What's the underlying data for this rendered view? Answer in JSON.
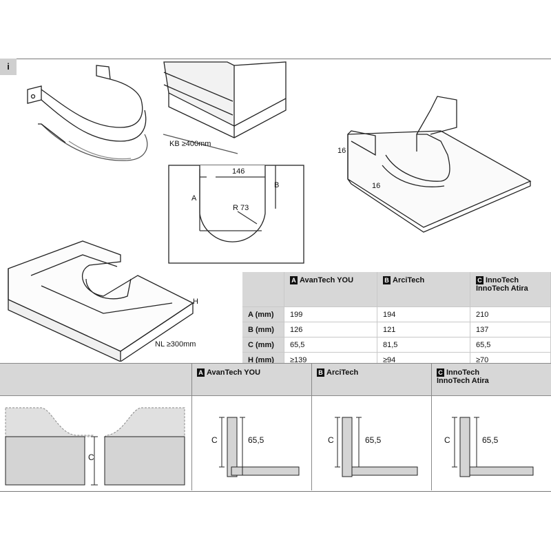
{
  "info_tab": "i",
  "top_labels": {
    "kb": "KB ≥400mm",
    "nl": "NL ≥300mm",
    "h": "H",
    "dim_146": "146",
    "dim_a": "A",
    "dim_b": "B",
    "dim_r": "R 73",
    "dim_16a": "16",
    "dim_16b": "16"
  },
  "table": {
    "columns": [
      {
        "badge": "A",
        "name": "AvanTech YOU"
      },
      {
        "badge": "B",
        "name": "ArciTech"
      },
      {
        "badge": "C",
        "name": "InnoTech\nInnoTech Atira"
      }
    ],
    "rows": [
      {
        "label": "A (mm)",
        "values": [
          "199",
          "194",
          "210"
        ]
      },
      {
        "label": "B (mm)",
        "values": [
          "126",
          "121",
          "137"
        ]
      },
      {
        "label": "C (mm)",
        "values": [
          "65,5",
          "81,5",
          "65,5"
        ]
      },
      {
        "label": "H (mm)",
        "values": [
          "≥139",
          "≥94",
          "≥70"
        ]
      }
    ]
  },
  "bottom": {
    "headers": [
      {
        "badge": "A",
        "name": "AvanTech YOU"
      },
      {
        "badge": "B",
        "name": "ArciTech"
      },
      {
        "badge": "C",
        "name": "InnoTech\nInnoTech Atira"
      }
    ],
    "c_label": "C",
    "values": [
      "65,5",
      "65,5",
      "65,5"
    ]
  }
}
